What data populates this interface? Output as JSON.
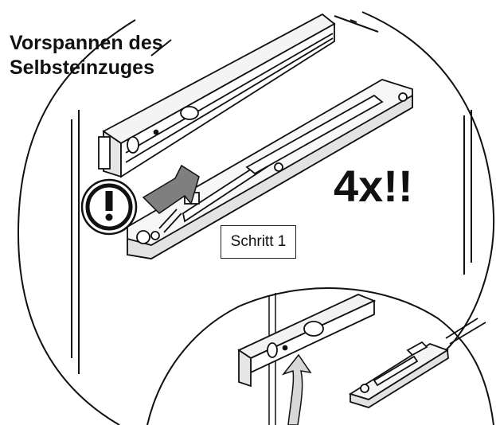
{
  "title": {
    "line1": "Vorspannen des",
    "line2": "Selbsteinzuges"
  },
  "repeat_count": "4x!!",
  "step_label": "Schritt 1",
  "warning_icon": "exclamation-warning-icon",
  "direction_icon": "arrow-left-icon",
  "rotate_icon": "curved-arrow-up-icon",
  "colors": {
    "line": "#111111",
    "arrow_fill": "#7f7f7f",
    "rail_shade": "#dcdcdc",
    "background": "#ffffff"
  }
}
